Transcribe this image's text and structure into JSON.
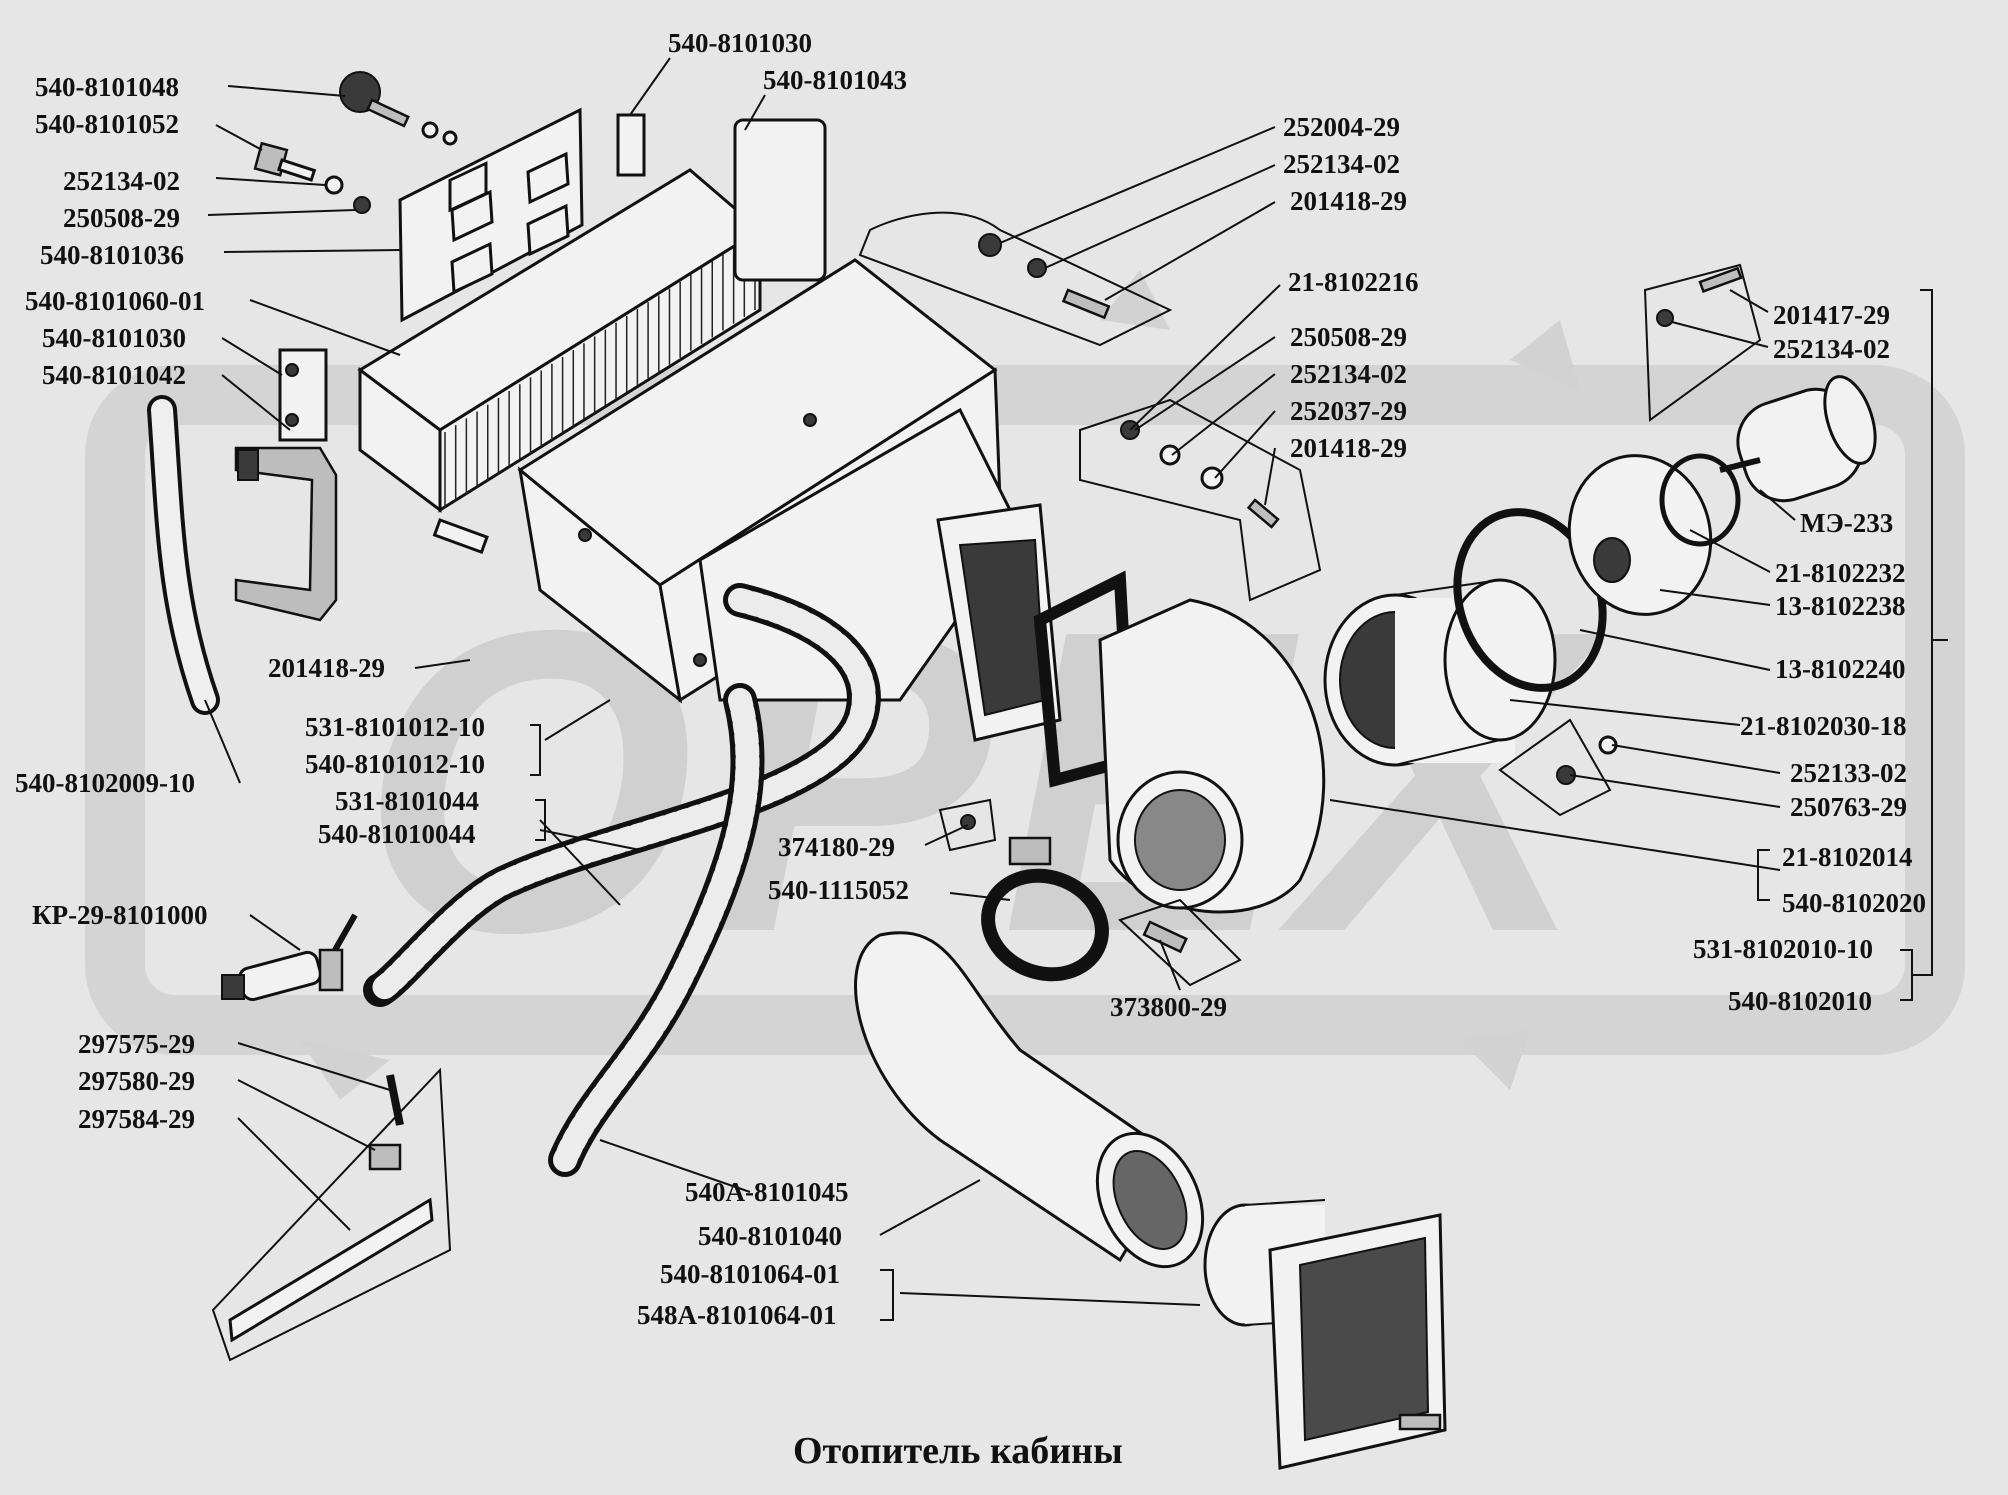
{
  "title": "Отопитель кабины",
  "watermark": "OPEX",
  "labels": {
    "l01": "540-8101048",
    "l02": "540-8101052",
    "l03": "252134-02",
    "l04": "250508-29",
    "l05": "540-8101036",
    "l06": "540-8101060-01",
    "l07": "540-8101030",
    "l08": "540-8101042",
    "l09": "540-8101030",
    "l10": "540-8101043",
    "l11": "252004-29",
    "l12": "252134-02",
    "l13": "201418-29",
    "l14": "21-8102216",
    "l15": "250508-29",
    "l16": "252134-02",
    "l17": "252037-29",
    "l18": "201418-29",
    "l19": "201417-29",
    "l20": "252134-02",
    "l21": "МЭ-233",
    "l22": "21-8102232",
    "l23": "13-8102238",
    "l24": "13-8102240",
    "l25": "21-8102030-18",
    "l26": "252133-02",
    "l27": "250763-29",
    "l28": "21-8102014",
    "l29": "540-8102020",
    "l30": "531-8102010-10",
    "l31": "540-8102010",
    "l32": "201418-29",
    "l33": "531-8101012-10",
    "l34": "540-8101012-10",
    "l35": "531-8101044",
    "l36": "540-81010044",
    "l37": "540-8102009-10",
    "l38": "КР-29-8101000",
    "l39": "374180-29",
    "l40": "540-1115052",
    "l41": "373800-29",
    "l42": "297575-29",
    "l43": "297580-29",
    "l44": "297584-29",
    "l45": "540А-8101045",
    "l46": "540-8101040",
    "l47": "540-8101064-01",
    "l48": "548А-8101064-01"
  }
}
